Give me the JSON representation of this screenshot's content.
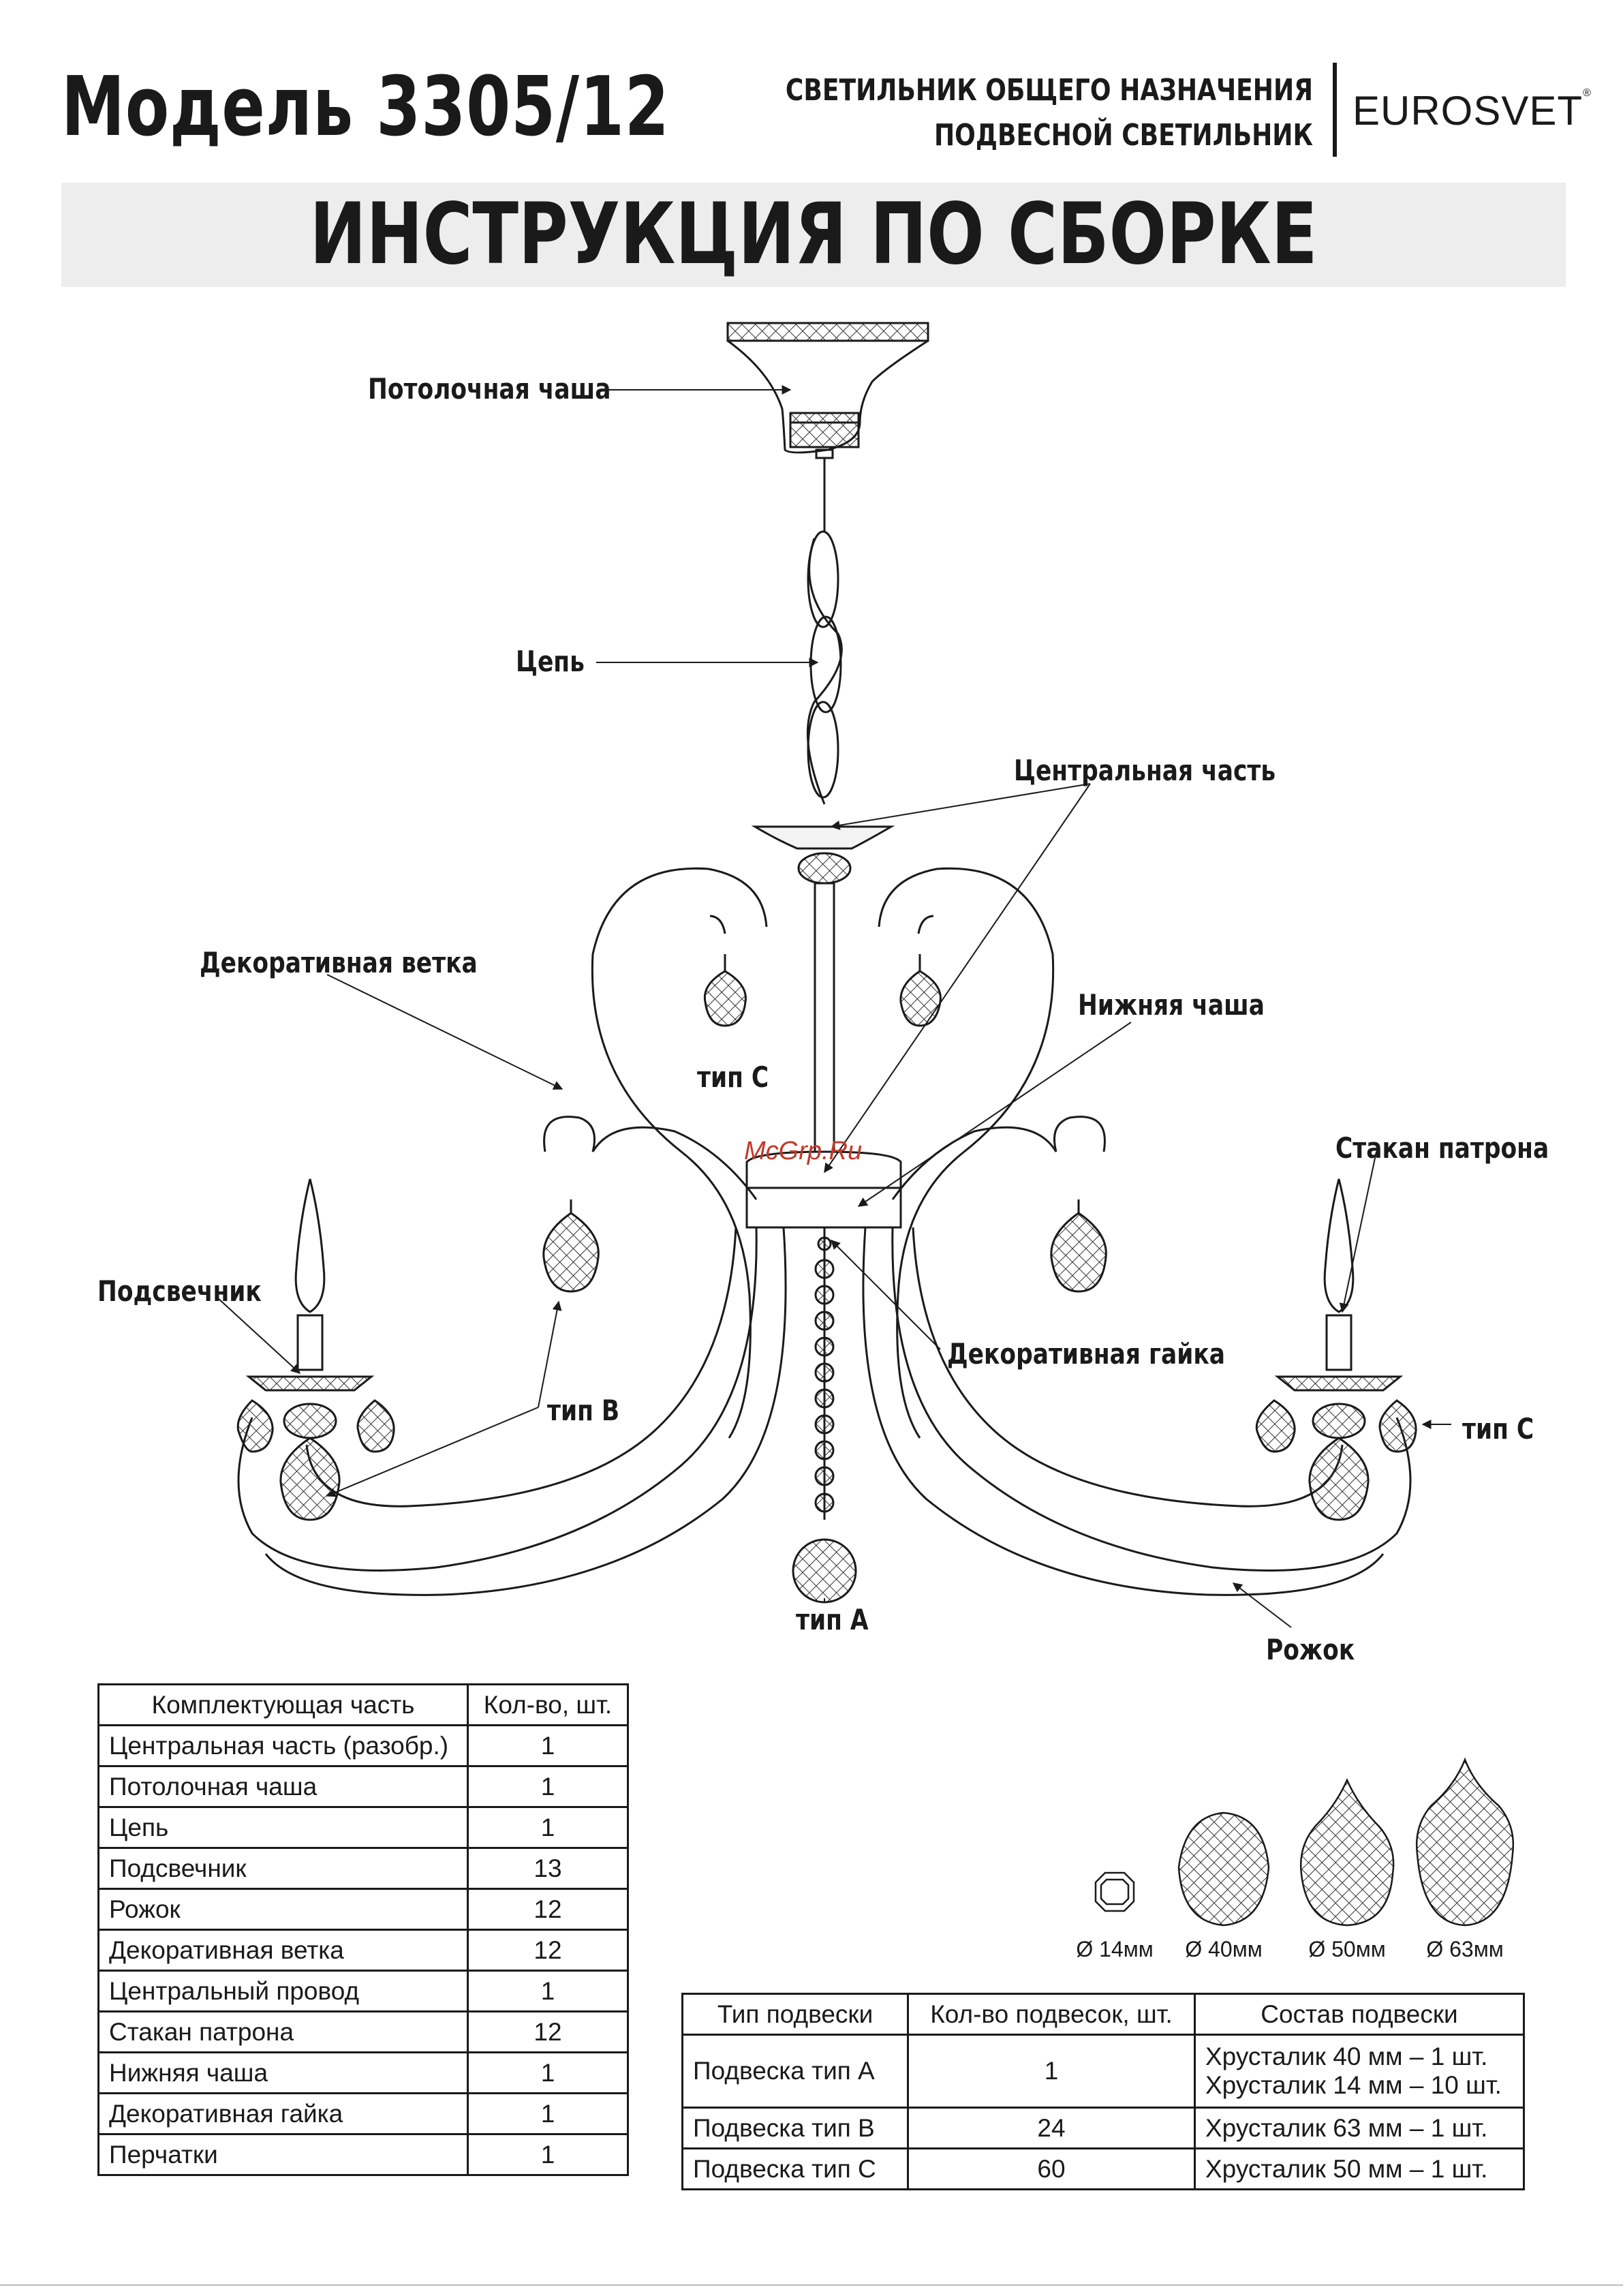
{
  "header": {
    "model_title": "Модель 3305/12",
    "subtitle_line1": "СВЕТИЛЬНИК ОБЩЕГО НАЗНАЧЕНИЯ",
    "subtitle_line2": "ПОДВЕСНОЙ СВЕТИЛЬНИК",
    "brand": "EUROSVET",
    "brand_mark": "®"
  },
  "title": "ИНСТРУКЦИЯ ПО СБОРКЕ",
  "diagram_labels": {
    "ceiling_cup": "Потолочная чаша",
    "chain": "Цепь",
    "central_part": "Центральная часть",
    "decorative_branch": "Декоративная ветка",
    "lower_cup": "Нижняя чаша",
    "type_c_top": "тип С",
    "socket_cup": "Стакан патрона",
    "candlestick": "Подсвечник",
    "decorative_nut": "Декоративная гайка",
    "type_b": "тип В",
    "type_c_right": "тип С",
    "type_a": "тип А",
    "arm": "Рожок",
    "watermark": "McGrp.Ru"
  },
  "parts_table": {
    "headers": [
      "Комплектующая часть",
      "Кол-во, шт."
    ],
    "rows": [
      {
        "name": "Центральная часть (разобр.)",
        "qty": "1"
      },
      {
        "name": "Потолочная чаша",
        "qty": "1"
      },
      {
        "name": "Цепь",
        "qty": "1"
      },
      {
        "name": "Подсвечник",
        "qty": "13"
      },
      {
        "name": "Рожок",
        "qty": "12"
      },
      {
        "name": "Декоративная ветка",
        "qty": "12"
      },
      {
        "name": "Центральный провод",
        "qty": "1"
      },
      {
        "name": "Стакан патрона",
        "qty": "12"
      },
      {
        "name": "Нижняя чаша",
        "qty": "1"
      },
      {
        "name": "Декоративная гайка",
        "qty": "1"
      },
      {
        "name": "Перчатки",
        "qty": "1"
      }
    ]
  },
  "crystals": [
    {
      "label": "Ø 14мм"
    },
    {
      "label": "Ø 40мм"
    },
    {
      "label": "Ø 50мм"
    },
    {
      "label": "Ø 63мм"
    }
  ],
  "suspension_table": {
    "headers": [
      "Тип подвески",
      "Кол-во подвесок, шт.",
      "Состав подвески"
    ],
    "rows": [
      {
        "type": "Подвеска тип А",
        "qty": "1",
        "composition_1": "Хрусталик 40 мм – 1 шт.",
        "composition_2": "Хрусталик 14 мм – 10 шт."
      },
      {
        "type": "Подвеска тип В",
        "qty": "24",
        "composition_1": "Хрусталик 63 мм – 1 шт.",
        "composition_2": ""
      },
      {
        "type": "Подвеска тип С",
        "qty": "60",
        "composition_1": "Хрусталик 50 мм – 1 шт.",
        "composition_2": ""
      }
    ]
  }
}
